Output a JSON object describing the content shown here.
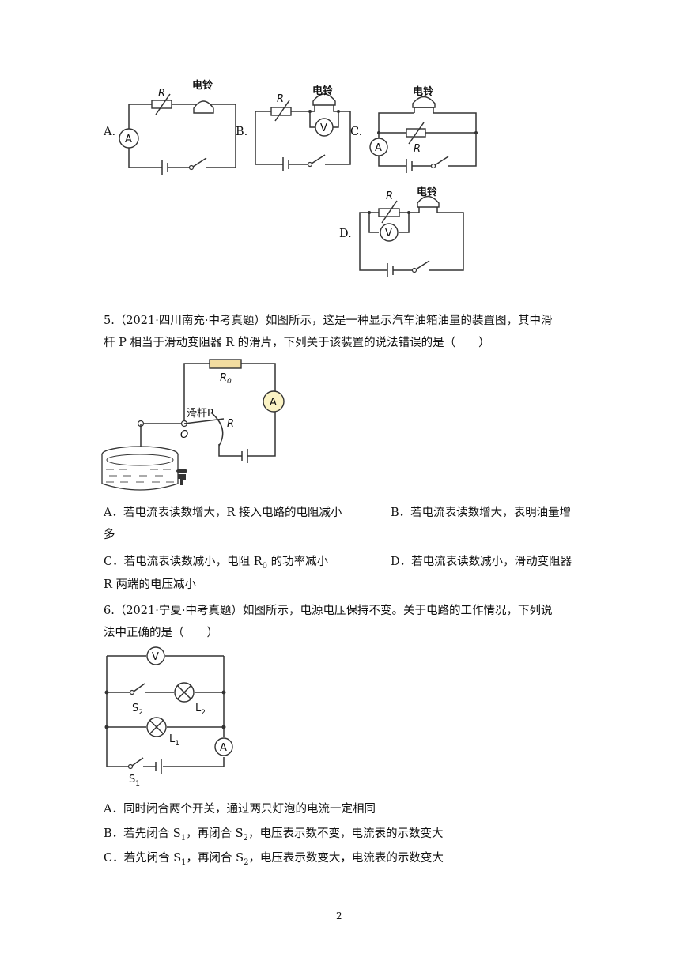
{
  "q4_circuits": {
    "A": {
      "label": "A.",
      "r": "R",
      "bell": "电铃",
      "meter": "A"
    },
    "B": {
      "label": "B.",
      "r": "R",
      "bell": "电铃",
      "meter": "V"
    },
    "C": {
      "label": "C.",
      "r": "R",
      "bell": "电铃",
      "meter": "A"
    },
    "D": {
      "label": "D.",
      "r": "R",
      "bell": "电铃",
      "meter": "V"
    }
  },
  "q5": {
    "stem_line1": "5.（2021·四川南充·中考真题）如图所示，这是一种显示汽车油箱油量的装置图，其中滑",
    "stem_line2": "杆 P 相当于滑动变阻器 R 的滑片，下列关于该装置的说法错误的是（　　）",
    "figure": {
      "r0": "R",
      "r0_sub": "0",
      "meter": "A",
      "slider": "滑杆P",
      "pivot": "O",
      "r": "R"
    },
    "option_a": "A．若电流表读数增大，R 接入电路的电阻减小",
    "option_b1": "B．若电流表读数增大，表明油量增",
    "option_b2": "多",
    "option_c_pre": "C．若电流表读数减小，电阻 R",
    "option_c_sub": "0",
    "option_c_post": " 的功率减小",
    "option_d1": "D．若电流表读数减小，滑动变阻器",
    "option_d2": "R 两端的电压减小"
  },
  "q6": {
    "stem_line1": "6.（2021·宁夏·中考真题）如图所示，电源电压保持不变。关于电路的工作情况，下列说",
    "stem_line2": "法中正确的是（　　）",
    "figure": {
      "voltmeter": "V",
      "s2": "S",
      "s2_sub": "2",
      "l2": "L",
      "l2_sub": "2",
      "l1": "L",
      "l1_sub": "1",
      "ammeter": "A",
      "s1": "S",
      "s1_sub": "1"
    },
    "option_a": "A．同时闭合两个开关，通过两只灯泡的电流一定相同",
    "option_b": {
      "pre": "B．若先闭合 S",
      "sub1": "1",
      "mid": "，再闭合 S",
      "sub2": "2",
      "post": "，电压表示数不变，电流表的示数变大"
    },
    "option_c": {
      "pre": "C．若先闭合 S",
      "sub1": "1",
      "mid": "，再闭合 S",
      "sub2": "2",
      "post": "，电压表示数变大，电流表的示数变大"
    }
  },
  "page_number": "2"
}
